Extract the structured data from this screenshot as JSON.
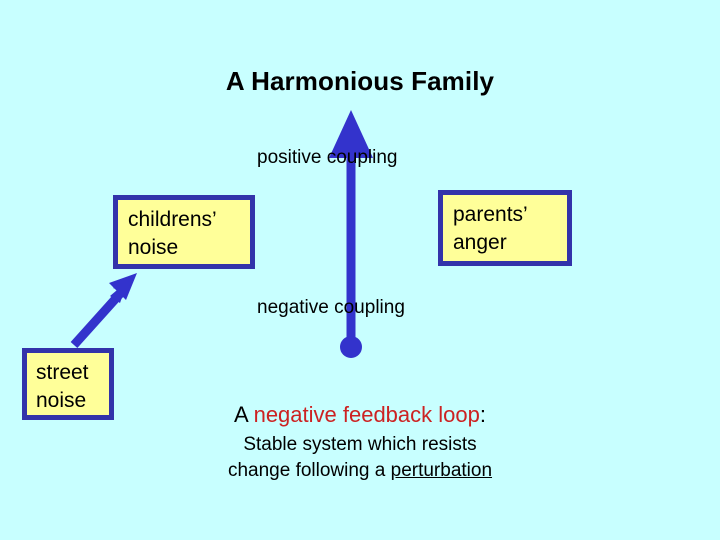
{
  "slide": {
    "title": "A Harmonious Family",
    "background_color": "#c8ffff"
  },
  "colors": {
    "background": "#c8ffff",
    "box_fill": "#ffff99",
    "box_border": "#3333aa",
    "arrow": "#3333cc",
    "accent_red": "#cc2222",
    "text": "#000000"
  },
  "boxes": [
    {
      "id": "childrens-noise",
      "label": "childrens’\nnoise"
    },
    {
      "id": "parents-anger",
      "label": "parents’\nanger"
    },
    {
      "id": "street-noise",
      "label": "street\nnoise"
    }
  ],
  "labels": {
    "positive_coupling": "positive coupling",
    "negative_coupling": "negative coupling"
  },
  "caption": {
    "heading_prefix": "A ",
    "heading_accent": "negative feedback loop",
    "heading_suffix": ":",
    "body_line1": "Stable system which resists",
    "body_line2_prefix": "change following a ",
    "body_line2_underlined": "perturbation"
  },
  "arrows": {
    "vertical": {
      "name": "coupling-arrow",
      "from": "ball-terminator",
      "to": "arrowhead-up"
    },
    "diagonal": {
      "name": "street-noise-arrow",
      "from": "street-noise",
      "to": "childrens-noise"
    }
  }
}
